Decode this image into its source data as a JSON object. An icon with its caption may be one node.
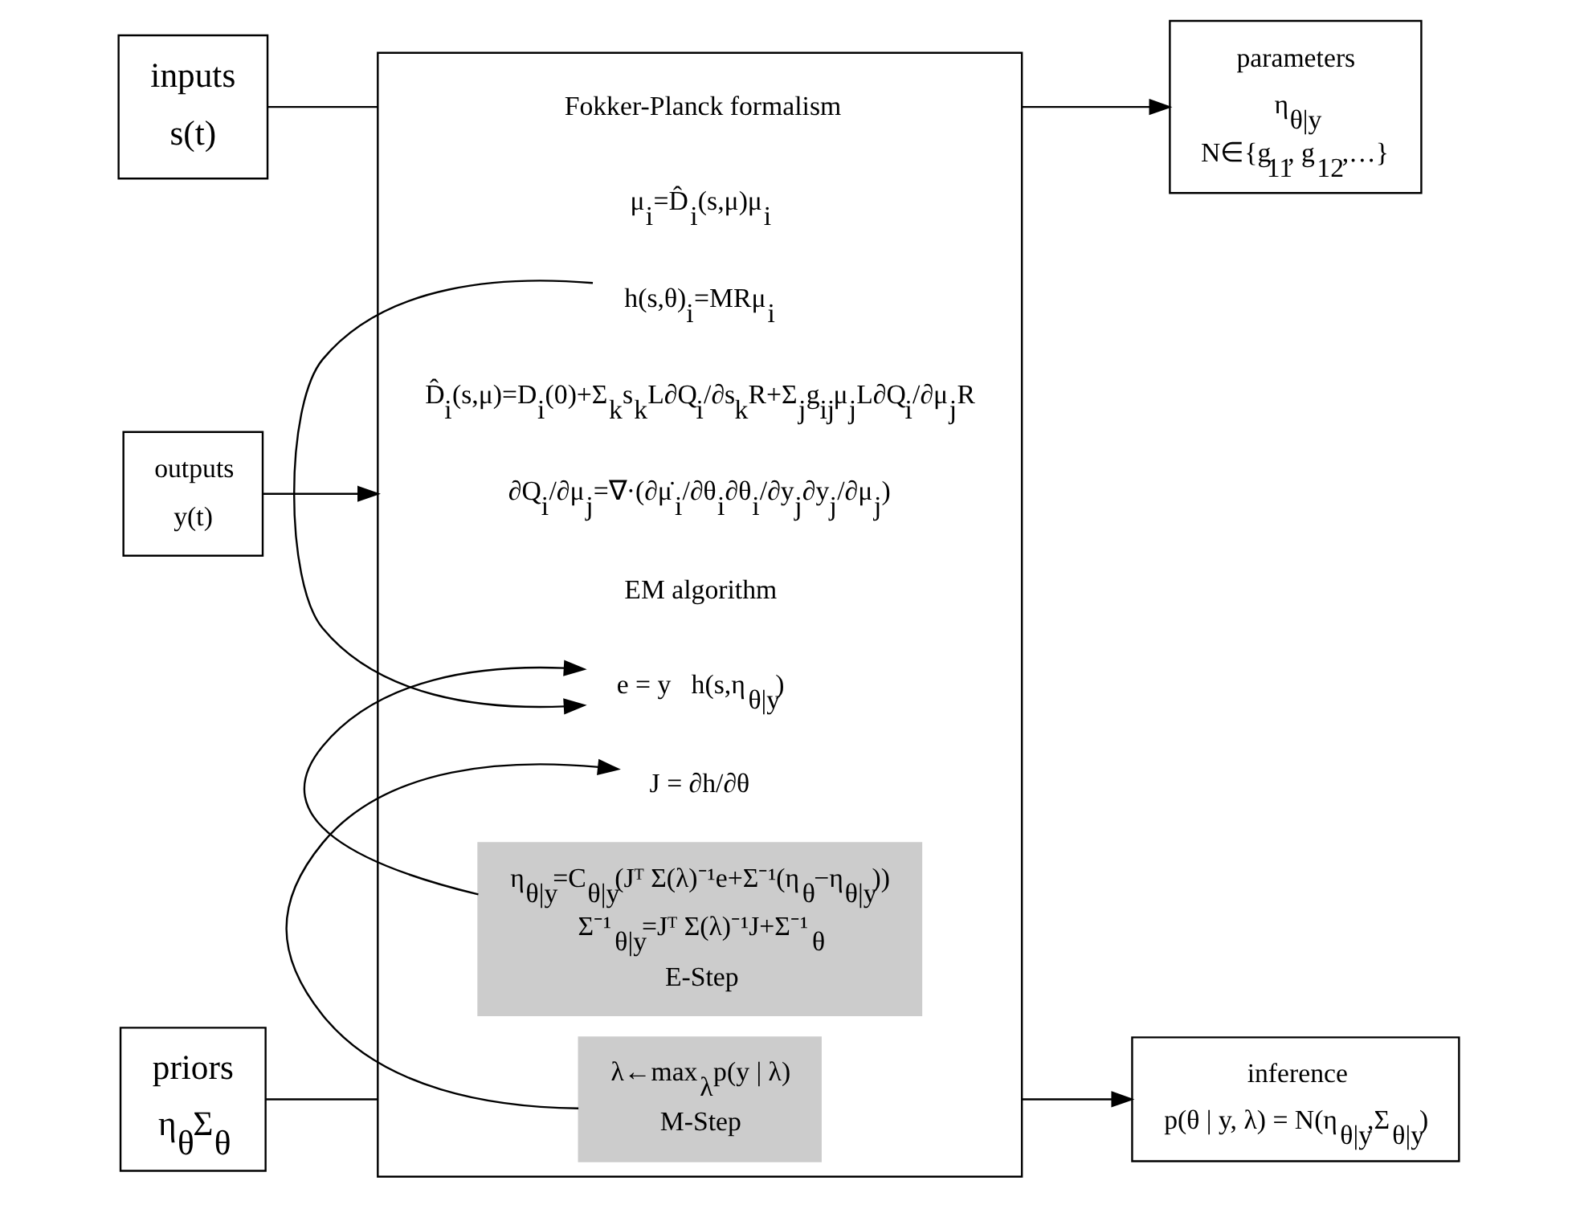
{
  "diagram": {
    "nodes": [
      {
        "text": [
          "inputs",
          "s(t)"
        ]
      },
      {
        "text": [
          "outputs",
          "y(t)"
        ]
      },
      {
        "text": [
          "priors",
          "η$_{θ}$Σ$_{θ}$"
        ]
      },
      {
        "text": [],
        "shape": "box"
      },
      {
        "text": [
          "Fokker-Planck formalism"
        ],
        "in": 3
      },
      {
        "text": [
          "μ$_{i}$=D̂$_{i}$(s,μ)μ$_{i}$"
        ],
        "in": 3
      },
      {
        "text": [
          "h(s,θ)$_{i}$=MRμ$_{i}$"
        ],
        "in": 3
      },
      {
        "text": [
          "D̂$_{i}$(s,μ)=D$_{i}$(0)+Σ$_{k}$s$_{k}$L∂Q$_{i}$/∂s$_{k}$R+Σ$_{j}$g$_{ij}$μ$_{j}$L∂Q$_{i}$/∂μ$_{j}$R"
        ],
        "in": 3
      },
      {
        "text": [
          "∂Q$_{i}$/∂μ$_{j}$=∇·(∂μ̇$_{i}$/∂θ$_{i}$∂θ$_{i}$/∂y$_{j}$∂y$_{j}$/∂μ$_{j}$)"
        ],
        "in": 3
      },
      {
        "text": [
          "EM algorithm"
        ],
        "in": 3
      },
      {
        "text": [
          "e = y   h(s,η$_{θ|y}$)"
        ],
        "in": 3
      },
      {
        "text": [
          "J = ∂h/∂θ"
        ],
        "in": 3
      },
      {
        "text": [
          "η$_{θ|y}$=C$_{θ|y}$(Jᵀ Σ(λ)⁻¹e+Σ⁻¹(η$_{θ}$−η$_{θ|y}$))",
          "Σ⁻¹$_{θ|y}$=Jᵀ Σ(λ)⁻¹J+Σ⁻¹$_{θ}$",
          "E-Step"
        ],
        "in": 3
      },
      {
        "text": [
          "λ←max$_{λ}$p(y | λ)",
          "M-Step"
        ],
        "in": 3
      },
      {
        "text": [
          "parameters",
          "η$_{θ|y}$",
          "N∈{g$_{11}$, g$_{12}$,…}"
        ]
      },
      {
        "text": [
          "inference",
          "p(θ | y, λ) = N(η$_{θ|y}$,Σ$_{θ|y}$)"
        ]
      }
    ],
    "edges": [
      {
        "from": 0,
        "to": 3,
        "arrow": "none"
      },
      {
        "from": 1,
        "to": 3,
        "arrow": "to"
      },
      {
        "from": 2,
        "to": 3,
        "arrow": "none"
      },
      {
        "from": 3,
        "to": 14,
        "arrow": "to"
      },
      {
        "from": 3,
        "to": 15,
        "arrow": "to"
      },
      {
        "from": 6,
        "to": 10,
        "arrow": "to"
      },
      {
        "from": 12,
        "to": 10,
        "arrow": "to"
      },
      {
        "from": 13,
        "to": 11,
        "arrow": "to"
      }
    ]
  }
}
